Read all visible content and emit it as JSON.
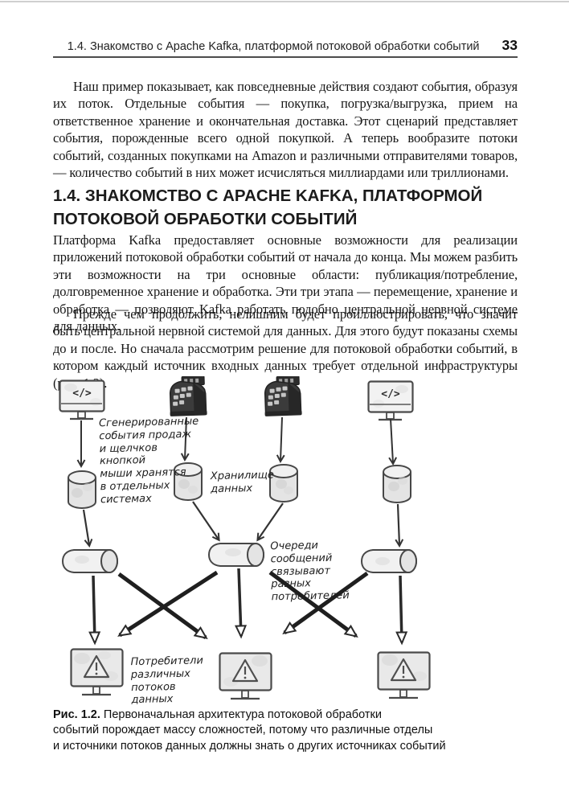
{
  "header": {
    "title": "1.4. Знакомство с Apache Kafka, платформой потоковой обработки событий",
    "page_number": "33"
  },
  "content": {
    "intro_paragraph": "Наш пример показывает, как повседневные действия создают события, образуя их поток. Отдельные события — покупка, погрузка/выгрузка, прием на ответствен­ное хранение и окончательная доставка. Этот сценарий представляет события, по­рожденные всего одной покупкой. А теперь вообразите потоки событий, созданных покупками на Amazon и различными отправителями товаров, — количество событий в них может исчисляться миллиардами или триллионами.",
    "section_heading": "1.4. ЗНАКОМСТВО С APACHE KAFKA, ПЛАТФОРМОЙ ПОТОКОВОЙ ОБРАБОТКИ СОБЫТИЙ",
    "paragraph_capabilities": "Платформа Kafka предоставляет основные возможности для реализации приложений потоковой обработки событий от начала до конца. Мы можем разбить эти возмож­ности на три основные области: публикация/потребление, долговременное хранение и обработка. Эти три этапа — перемещение, хранение и обработка — позволяют Kafka работать подобно центральной нервной системе для данных.",
    "paragraph_illustration": "Прежде чем продолжить, нелишним будет проиллюстрировать, что значит быть центральной нервной системой для данных. Для этого будут показаны схемы до и по­сле. Но сначала рассмотрим решение для потоковой обработки событий, в котором каждый источник входных данных требует отдельной инфраструктуры (рис. 1.2)."
  },
  "figure": {
    "icons": {
      "code_glyph": "</>"
    },
    "annotations": {
      "sources": "Сгенерированные\nсобытия продаж\nи щелчков кнопкой\nмыши хранятся\nв отдельных\nсистемах",
      "storage": "Хранилище\nданных",
      "queues": "Очереди сообщений\nсвязывают разных\nпотребителей",
      "consumers": "Потребители\nразличных\nпотоков данных"
    },
    "caption_label": "Рис. 1.2.",
    "caption_text": " Первоначальная архитектура потоковой обработки\nсобытий порождает массу сложностей, потому что различные отделы\nи источники потоков данных должны знать о других источниках событий"
  }
}
